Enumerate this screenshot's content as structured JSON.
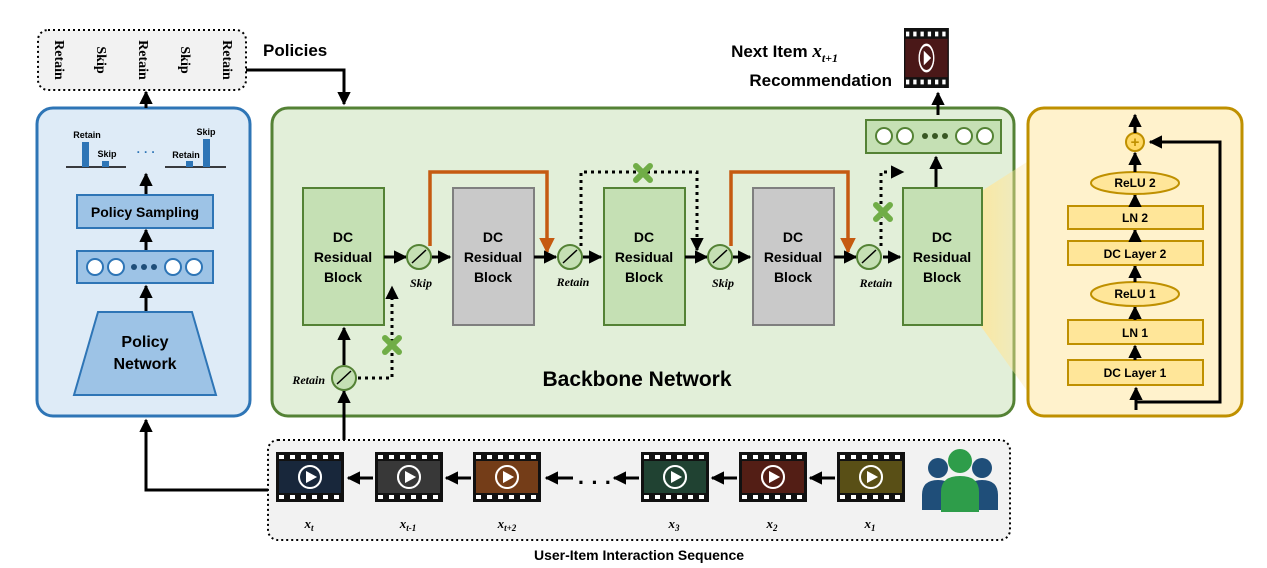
{
  "policies": {
    "box_labels": [
      "Retain",
      "Skip",
      "Retain",
      "Skip",
      "Retain"
    ],
    "arrow_label": "Policies"
  },
  "policy_panel": {
    "bar_labels": {
      "retain_1": "Retain",
      "skip_1": "Skip",
      "ellipsis": "· · ·",
      "retain_2": "Retain",
      "skip_2": "Skip"
    },
    "sampling_label": "Policy Sampling",
    "network_label_1": "Policy",
    "network_label_2": "Network"
  },
  "backbone": {
    "title": "Backbone Network",
    "blocks": [
      {
        "l1": "DC",
        "l2": "Residual",
        "l3": "Block",
        "state": "active"
      },
      {
        "l1": "DC",
        "l2": "Residual",
        "l3": "Block",
        "state": "skipped"
      },
      {
        "l1": "DC",
        "l2": "Residual",
        "l3": "Block",
        "state": "active"
      },
      {
        "l1": "DC",
        "l2": "Residual",
        "l3": "Block",
        "state": "skipped"
      },
      {
        "l1": "DC",
        "l2": "Residual",
        "l3": "Block",
        "state": "active"
      }
    ],
    "switch_labels": [
      "Retain",
      "Skip",
      "Retain",
      "Skip",
      "Retain"
    ]
  },
  "next_item": {
    "line1": "Next Item",
    "symbol": "x",
    "subscript": "t+1",
    "line2": "Recommendation"
  },
  "block_detail": {
    "layers": [
      "ReLU 2",
      "LN 2",
      "DC Layer 2",
      "ReLU 1",
      "LN 1",
      "DC Layer 1"
    ],
    "plus_symbol": "+"
  },
  "sequence": {
    "caption": "User-Item Interaction Sequence",
    "ellipsis": "· · ·",
    "items": [
      {
        "var": "x",
        "sub": "t"
      },
      {
        "var": "x",
        "sub": "t-1"
      },
      {
        "var": "x",
        "sub": "t+2"
      },
      {
        "var": "x",
        "sub": "3"
      },
      {
        "var": "x",
        "sub": "2"
      },
      {
        "var": "x",
        "sub": "1"
      }
    ]
  },
  "colors": {
    "blue_border": "#2e75b6",
    "blue_fill": "#deebf7",
    "blue_mid": "#9dc3e6",
    "green_border": "#548235",
    "green_fill": "#e2efd9",
    "green_block": "#c5e0b4",
    "gray_block": "#c9c9c9",
    "orange": "#c55a11",
    "gold_border": "#bf9000",
    "gold_fill": "#fff2cc",
    "gold_layer": "#ffe699",
    "x_mark": "#70ad47"
  }
}
